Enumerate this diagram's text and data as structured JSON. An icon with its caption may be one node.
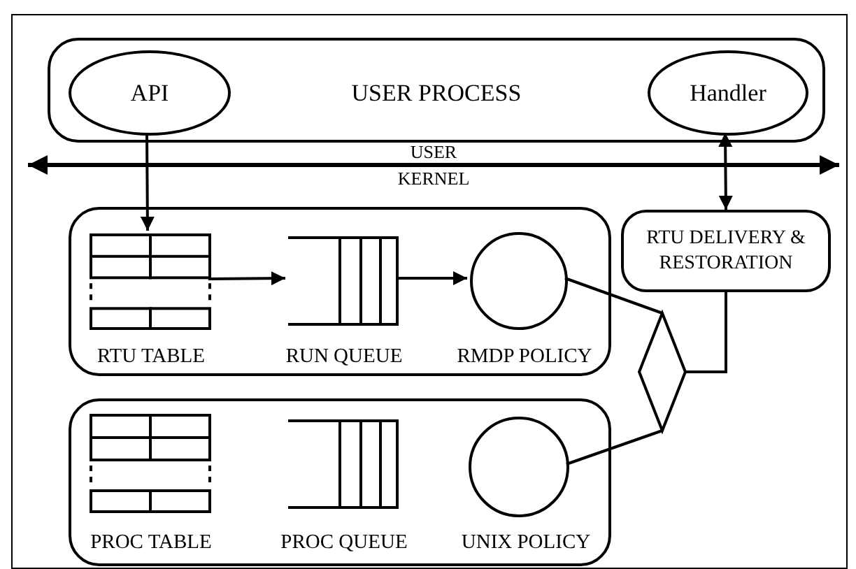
{
  "diagram": {
    "nodes": [
      {
        "text": [
          "USER PROCESS"
        ]
      },
      {
        "text": [
          "API"
        ],
        "in": 0
      },
      {
        "text": [
          "Handler"
        ],
        "in": 0
      },
      {
        "text": [],
        "shape": "box"
      },
      {
        "text": [
          "RTU TABLE"
        ],
        "in": 3
      },
      {
        "text": [
          "RUN QUEUE"
        ],
        "in": 3
      },
      {
        "text": [
          "RMDP POLICY"
        ],
        "in": 3
      },
      {
        "text": [
          "RTU DELIVERY & RESTORATION"
        ]
      },
      {
        "text": [],
        "shape": "diamond"
      },
      {
        "text": [],
        "shape": "box"
      },
      {
        "text": [
          "PROC TABLE"
        ],
        "in": 9
      },
      {
        "text": [
          "PROC QUEUE"
        ],
        "in": 9
      },
      {
        "text": [
          "UNIX POLICY"
        ],
        "in": 9
      }
    ],
    "edges": [
      {
        "from": 1,
        "to": 4,
        "arrow": "to"
      },
      {
        "from": 4,
        "to": 5,
        "arrow": "to"
      },
      {
        "from": 5,
        "to": 6,
        "arrow": "to"
      },
      {
        "from": 2,
        "to": 7,
        "arrow": "both"
      },
      {
        "from": 6,
        "to": 8,
        "arrow": "none"
      },
      {
        "from": 12,
        "to": 8,
        "arrow": "none"
      },
      {
        "from": 7,
        "to": 8,
        "arrow": "none"
      }
    ],
    "labels": [
      "USER",
      "KERNEL"
    ]
  }
}
